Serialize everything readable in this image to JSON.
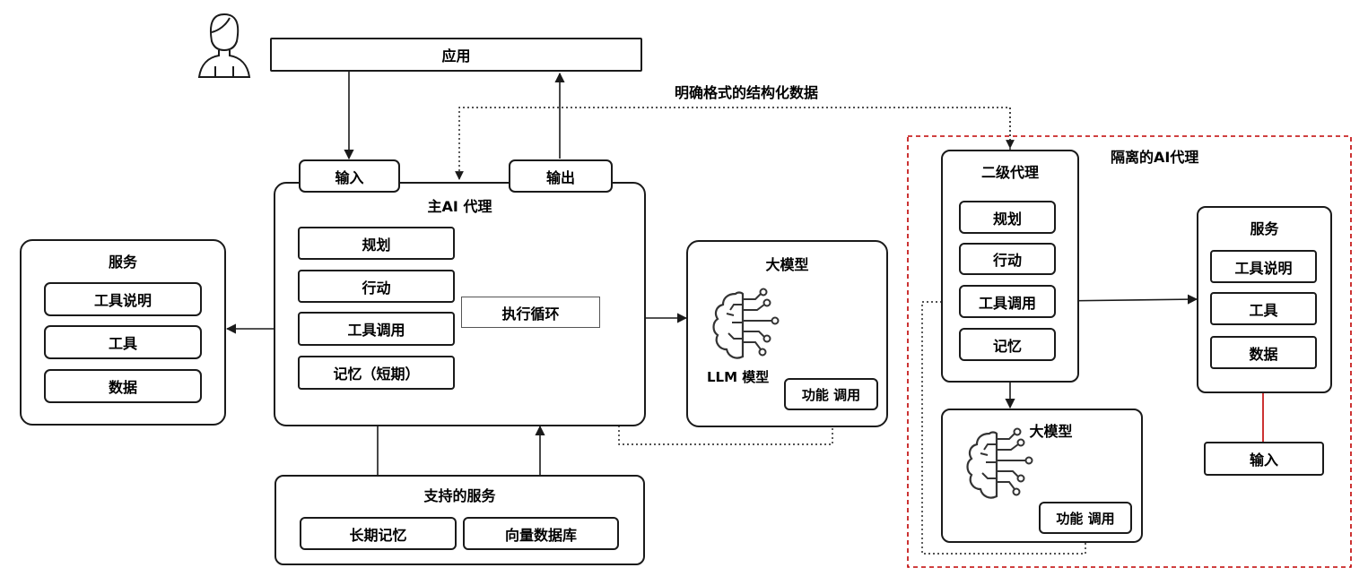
{
  "app_box": "应用",
  "structured_data_label": "明确格式的结构化数据",
  "main_agent": {
    "title": "主AI 代理",
    "input": "输入",
    "output": "输出",
    "planning": "规划",
    "action": "行动",
    "tool_call": "工具调用",
    "memory_short": "记忆（短期）",
    "exec_loop": "执行循环"
  },
  "services_left": {
    "title": "服务",
    "tool_desc": "工具说明",
    "tools": "工具",
    "data": "数据"
  },
  "llm_main": {
    "title": "大模型",
    "model_label": "LLM 模型",
    "function_call": "功能 调用"
  },
  "support_services": {
    "title": "支持的服务",
    "long_memory": "长期记忆",
    "vector_db": "向量数据库"
  },
  "isolated": {
    "title": "隔离的AI代理",
    "sub_agent": {
      "title": "二级代理",
      "planning": "规划",
      "action": "行动",
      "tool_call": "工具调用",
      "memory": "记忆"
    },
    "llm": {
      "title": "大模型",
      "function_call": "功能 调用"
    },
    "services": {
      "title": "服务",
      "tool_desc": "工具说明",
      "tools": "工具",
      "data": "数据"
    },
    "input": "输入"
  },
  "colors": {
    "isolated_border": "#c00000",
    "red_arrow": "#c00000",
    "line": "#1a1a1a"
  }
}
